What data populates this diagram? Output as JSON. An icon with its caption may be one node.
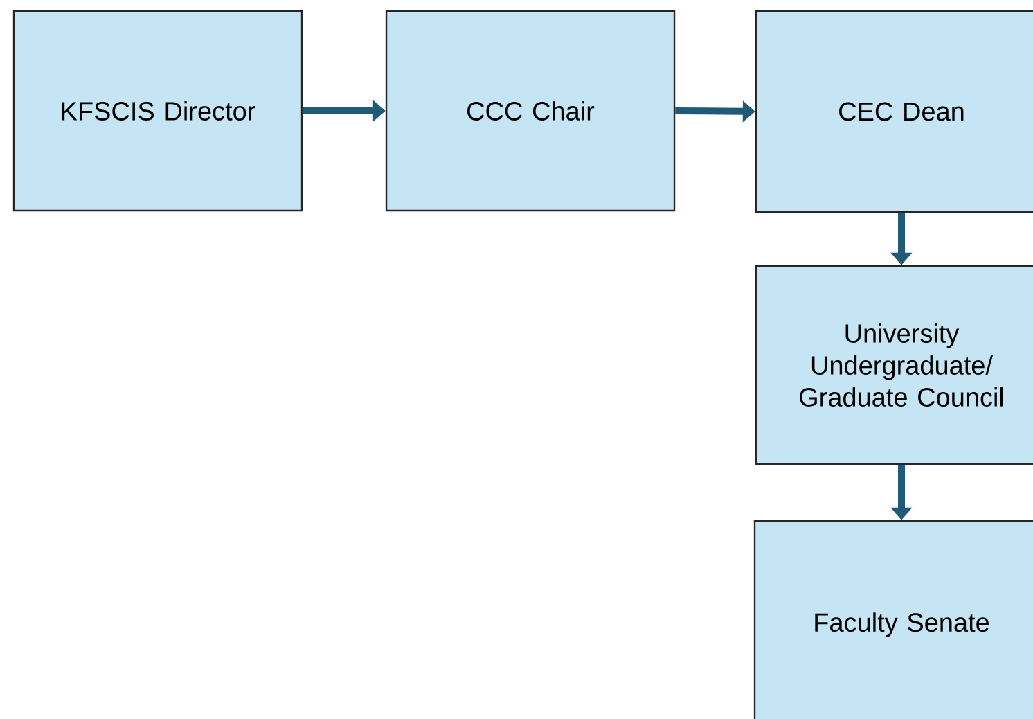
{
  "diagram": {
    "nodes": [
      {
        "text": [
          "KFSCIS Director"
        ]
      },
      {
        "text": [
          "CCC Chair"
        ]
      },
      {
        "text": [
          "CEC Dean"
        ]
      },
      {
        "text": [
          "University Undergraduate/ Graduate Council"
        ]
      },
      {
        "text": [
          "Faculty Senate"
        ]
      }
    ],
    "edges": [
      {
        "from": 0,
        "to": 1,
        "arrow": "to"
      },
      {
        "from": 1,
        "to": 2,
        "arrow": "to"
      },
      {
        "from": 2,
        "to": 3,
        "arrow": "to"
      },
      {
        "from": 3,
        "to": 4,
        "arrow": "to"
      }
    ]
  }
}
